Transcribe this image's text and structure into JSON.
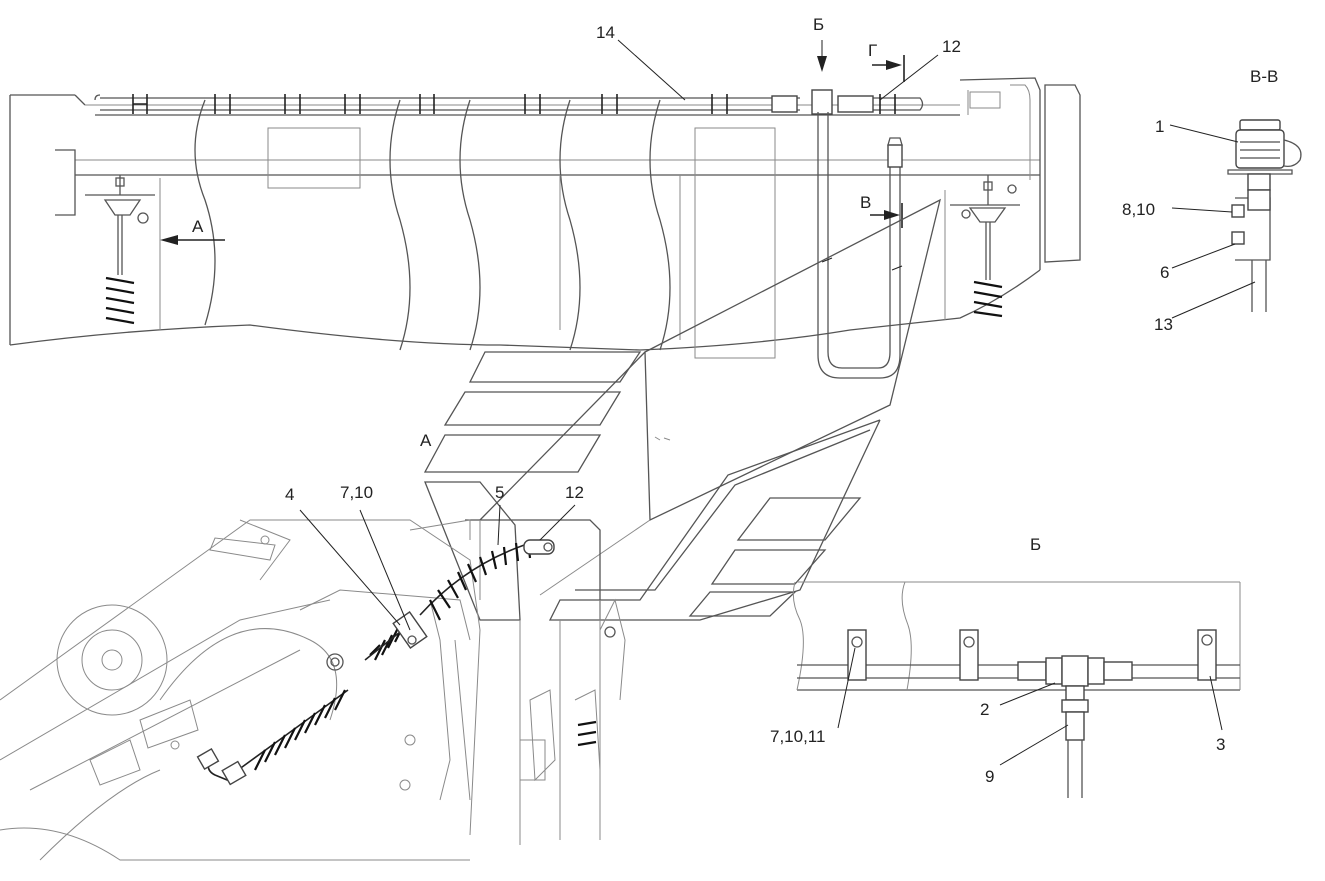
{
  "labels": {
    "l14": "14",
    "lB1": "Б",
    "lG": "Г",
    "l12a": "12",
    "lVV": "В-В",
    "l1": "1",
    "l810": "8,10",
    "l6": "6",
    "l13": "13",
    "lV": "В",
    "lA1": "А",
    "lA2": "А",
    "l4": "4",
    "l710": "7,10",
    "l5": "5",
    "l12b": "12",
    "lB2": "Б",
    "l71011": "7,10,11",
    "l2": "2",
    "l3": "3",
    "l9": "9"
  }
}
